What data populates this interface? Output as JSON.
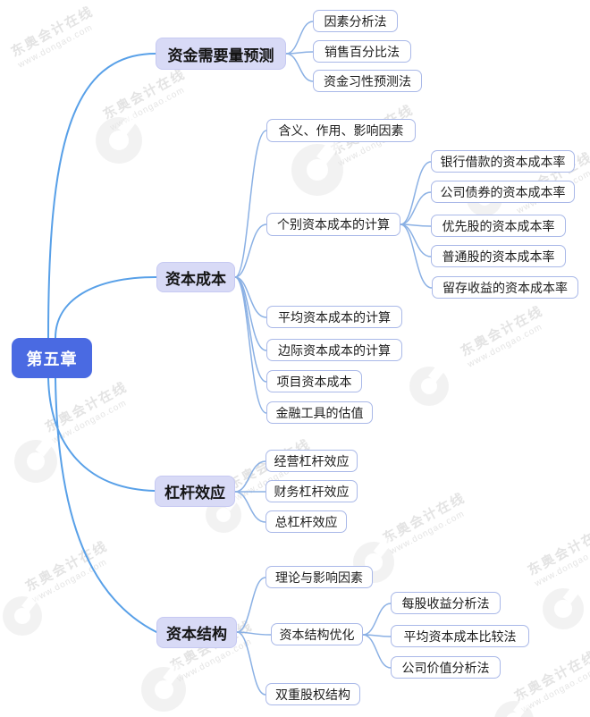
{
  "mindmap": {
    "root": {
      "label": "第五章"
    },
    "branches": [
      {
        "label": "资金需要量预测",
        "children": [
          {
            "label": "因素分析法"
          },
          {
            "label": "销售百分比法"
          },
          {
            "label": "资金习性预测法"
          }
        ]
      },
      {
        "label": "资本成本",
        "children": [
          {
            "label": "含义、作用、影响因素"
          },
          {
            "label": "个别资本成本的计算",
            "children": [
              {
                "label": "银行借款的资本成本率"
              },
              {
                "label": "公司债券的资本成本率"
              },
              {
                "label": "优先股的资本成本率"
              },
              {
                "label": "普通股的资本成本率"
              },
              {
                "label": "留存收益的资本成本率"
              }
            ]
          },
          {
            "label": "平均资本成本的计算"
          },
          {
            "label": "边际资本成本的计算"
          },
          {
            "label": "项目资本成本"
          },
          {
            "label": "金融工具的估值"
          }
        ]
      },
      {
        "label": "杠杆效应",
        "children": [
          {
            "label": "经营杠杆效应"
          },
          {
            "label": "财务杠杆效应"
          },
          {
            "label": "总杠杆效应"
          }
        ]
      },
      {
        "label": "资本结构",
        "children": [
          {
            "label": "理论与影响因素"
          },
          {
            "label": "资本结构优化",
            "children": [
              {
                "label": "每股收益分析法"
              },
              {
                "label": "平均资本成本比较法"
              },
              {
                "label": "公司价值分析法"
              }
            ]
          },
          {
            "label": "双重股权结构"
          }
        ]
      }
    ]
  },
  "watermark": {
    "brand": "东奥会计在线",
    "url": "www.dongao.com"
  },
  "colors": {
    "root_node_fill": "#4a6ae2",
    "root_node_text": "#ffffff",
    "branch_node_fill": "#d8daf6",
    "node_border": "#a9b8e8",
    "link": "#8ab0e4",
    "root_link": "#58a0e8",
    "watermark_text": "#d2d2d2",
    "watermark_logo": "#e9e9e9",
    "background": "#ffffff"
  }
}
